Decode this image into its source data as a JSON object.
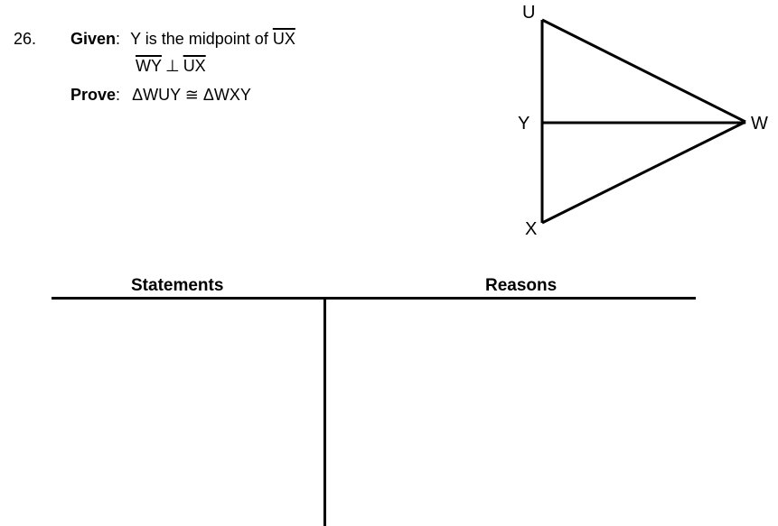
{
  "problem": {
    "number": "26.",
    "given_label": "Given",
    "colon": ":",
    "given_text_prefix": "Y is the midpoint of ",
    "given_segment_ux": "UX",
    "given_line2": {
      "seg1": "WY",
      "op": "⊥",
      "seg2": "UX"
    },
    "prove_label": "Prove",
    "prove_statement": "ΔWUY ≅ ΔWXY"
  },
  "figure": {
    "vertex_u": "U",
    "point_y": "Y",
    "vertex_x": "X",
    "vertex_w": "W"
  },
  "table": {
    "statements_header": "Statements",
    "reasons_header": "Reasons"
  }
}
